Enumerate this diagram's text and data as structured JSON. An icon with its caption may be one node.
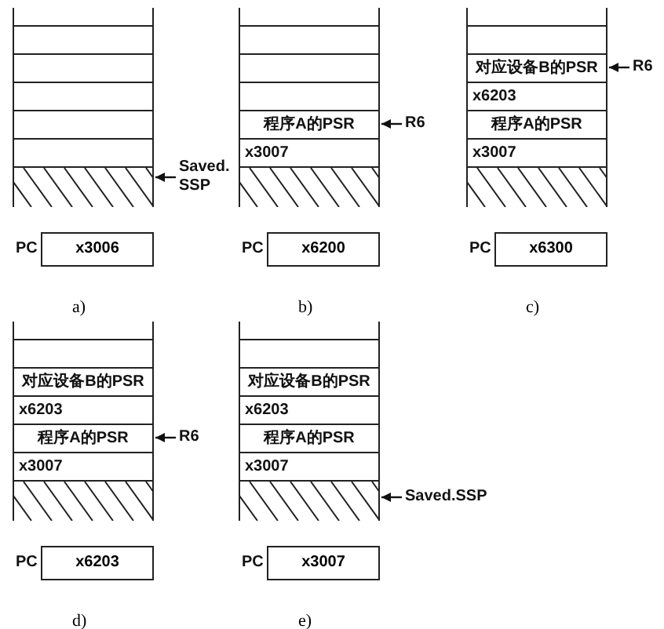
{
  "diagram": {
    "nodes": [
      {
        "text": [],
        "shape": "box"
      },
      {
        "text": [],
        "shape": "box"
      },
      {
        "text": [],
        "shape": "box"
      },
      {
        "text": [],
        "shape": "box"
      },
      {
        "text": [],
        "shape": "box"
      },
      {
        "text": [],
        "shape": "box"
      },
      {
        "text": [
          "Saved. SSP"
        ]
      },
      {
        "text": [
          "x3006"
        ],
        "beside": [
          "PC"
        ]
      },
      {
        "text": [],
        "shape": "box"
      },
      {
        "text": [],
        "shape": "box"
      },
      {
        "text": [],
        "shape": "box"
      },
      {
        "text": [
          "程序A的PSR"
        ]
      },
      {
        "text": [
          "x3007"
        ]
      },
      {
        "text": [],
        "shape": "box"
      },
      {
        "text": [
          "R6"
        ]
      },
      {
        "text": [
          "x6200"
        ],
        "beside": [
          "PC"
        ]
      },
      {
        "text": [],
        "shape": "box"
      },
      {
        "text": [
          "对应设备B的PSR"
        ]
      },
      {
        "text": [
          "x6203"
        ]
      },
      {
        "text": [
          "程序A的PSR"
        ]
      },
      {
        "text": [
          "x3007"
        ]
      },
      {
        "text": [],
        "shape": "box"
      },
      {
        "text": [
          "R6"
        ]
      },
      {
        "text": [
          "x6300"
        ],
        "beside": [
          "PC"
        ]
      },
      {
        "text": [],
        "shape": "box"
      },
      {
        "text": [
          "对应设备B的PSR"
        ]
      },
      {
        "text": [
          "x6203"
        ]
      },
      {
        "text": [
          "程序A的PSR"
        ]
      },
      {
        "text": [
          "x3007"
        ]
      },
      {
        "text": [],
        "shape": "box"
      },
      {
        "text": [
          "R6"
        ]
      },
      {
        "text": [
          "x6203"
        ],
        "beside": [
          "PC"
        ]
      },
      {
        "text": [],
        "shape": "box"
      },
      {
        "text": [
          "对应设备B的PSR"
        ]
      },
      {
        "text": [
          "x6203"
        ]
      },
      {
        "text": [
          "程序A的PSR"
        ]
      },
      {
        "text": [
          "x3007"
        ]
      },
      {
        "text": [],
        "shape": "box"
      },
      {
        "text": [
          "Saved.SSP"
        ]
      },
      {
        "text": [
          "x3007"
        ],
        "beside": [
          "PC"
        ]
      }
    ],
    "edges": [
      {
        "from": 6,
        "to": 5,
        "arrow": "to"
      },
      {
        "from": 14,
        "to": 11,
        "arrow": "to"
      },
      {
        "from": 22,
        "to": 17,
        "arrow": "to"
      },
      {
        "from": 30,
        "to": 27,
        "arrow": "to"
      },
      {
        "from": 38,
        "to": 37,
        "arrow": "to"
      }
    ],
    "labels": [
      "a)",
      "b)",
      "c)",
      "d)",
      "e)"
    ]
  }
}
